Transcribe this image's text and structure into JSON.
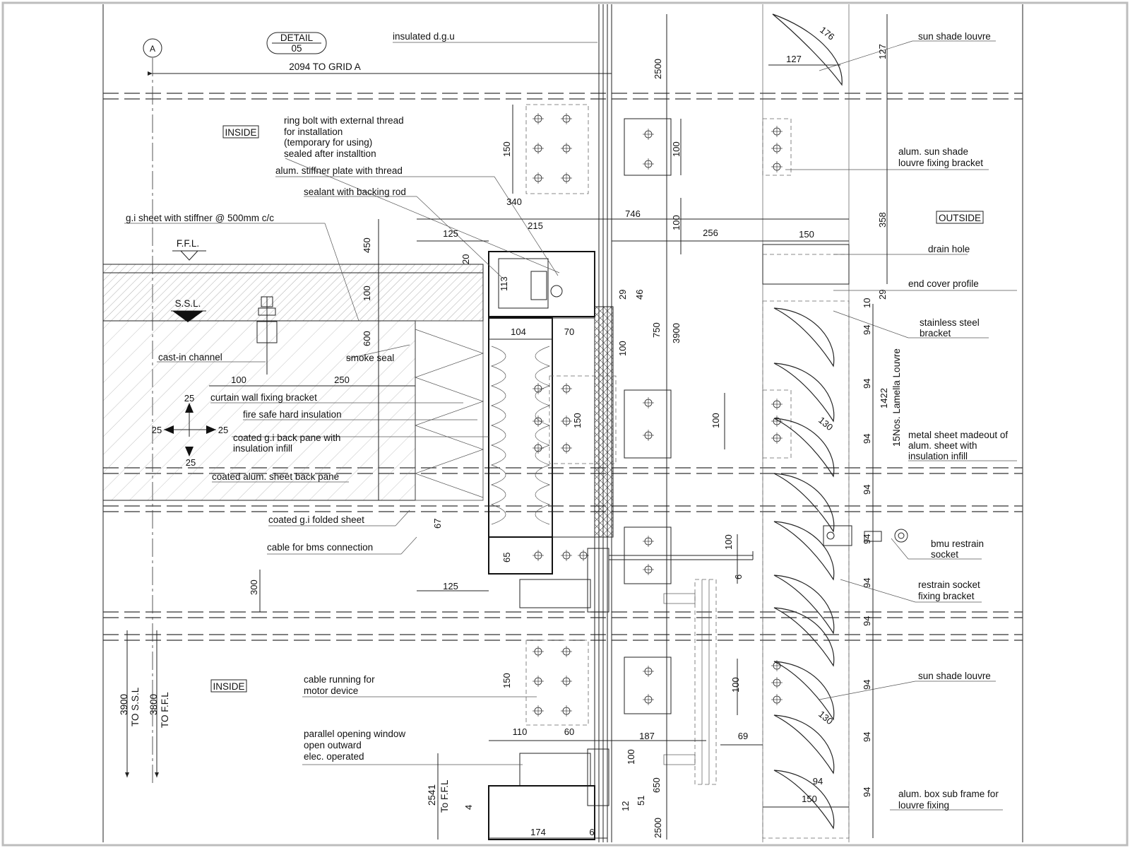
{
  "detail": {
    "title": "DETAIL",
    "number": "05"
  },
  "grid": {
    "letter": "A",
    "offset": "2094 TO GRID A"
  },
  "tags": {
    "inside_top": "INSIDE",
    "inside_bottom": "INSIDE",
    "outside": "OUTSIDE"
  },
  "levels": {
    "ffl": "F.F.L.",
    "ssl": "S.S.L.",
    "to_ssl_value": "3900",
    "to_ssl_text": "TO S.S.L",
    "to_ffl_value": "3800",
    "to_ffl_text": "TO F.F.L",
    "window_ffl_value": "2541",
    "window_ffl_text": "To F.F.L"
  },
  "left_labels": {
    "ring_bolt": [
      "ring bolt with external thread",
      "for installation",
      "(temporary for using)",
      "sealed after installtion"
    ],
    "stiffener_plate": "alum. stiffner plate with thread",
    "sealant": "sealant with backing rod",
    "gi_sheet": "g.i sheet with stiffner @ 500mm c/c",
    "cast_in": "cast-in channel",
    "smoke_seal": "smoke seal",
    "fixing_bracket": "curtain wall fixing bracket",
    "fire_insulation": "fire safe hard insulation",
    "gi_back_pane": [
      "coated g.i back pane with",
      "insulation infill"
    ],
    "alum_back_pane": "coated alum. sheet back pane",
    "gi_folded": "coated g.i folded sheet",
    "bms_cable": "cable for bms connection",
    "motor_cable": [
      "cable running for",
      "motor device"
    ],
    "window": [
      "parallel opening window",
      "open outward",
      "elec. operated"
    ]
  },
  "top_labels": {
    "dgu": "insulated d.g.u"
  },
  "right_labels": {
    "louvre_top": "sun shade louvre",
    "louvre_bracket": [
      "alum. sun shade",
      "louvre fixing bracket"
    ],
    "drain_hole": "drain hole",
    "end_cover": "end cover profile",
    "ss_bracket": [
      "stainless steel",
      "bracket"
    ],
    "metal_sheet": [
      "metal sheet madeout of",
      "alum. sheet with",
      "insulation infill"
    ],
    "bmu_socket": [
      "bmu restrain",
      "socket"
    ],
    "restrain_bracket": [
      "restrain socket",
      "fixing bracket"
    ],
    "louvre_bottom": "sun shade louvre",
    "box_frame": [
      "alum. box sub frame for",
      "louvre fixing"
    ],
    "lamella": "15Nos. Lamella Louvre"
  },
  "dims": {
    "d176": "176",
    "d127h": "127",
    "d127v": "127",
    "d2500_top": "2500",
    "d150_top": "150",
    "d100_top": "100",
    "d340": "340",
    "d746": "746",
    "d215": "215",
    "d125_top": "125",
    "d100_mid": "100",
    "d256": "256",
    "d150_h": "150",
    "d358": "358",
    "d450": "450",
    "d20": "20",
    "d113": "113",
    "d100_slab": "100",
    "d29a": "29",
    "d46": "46",
    "d29b": "29",
    "d10": "10",
    "d600": "600",
    "d104": "104",
    "d70": "70",
    "d750": "750",
    "d3900": "3900",
    "d100_v": "100",
    "d100_cast": "100",
    "d250": "250",
    "d25_top": "25",
    "d25_left": "25",
    "d25_right": "25",
    "d25_bot": "25",
    "d150_mid": "150",
    "d100_plate": "100",
    "d130_a": "130",
    "d1422": "1422",
    "d94": "94",
    "d67": "67",
    "d65": "65",
    "d100_bmu": "100",
    "d6": "6",
    "d125_bot": "125",
    "d300": "300",
    "d150_low": "150",
    "d100_low": "100",
    "d130_b": "130",
    "d110": "110",
    "d60": "60",
    "d187": "187",
    "d69": "69",
    "d100_win": "100",
    "d650": "650",
    "d51": "51",
    "d12": "12",
    "d4": "4",
    "d174": "174",
    "d6_bot": "6",
    "d2500_bot": "2500",
    "d150_bot": "150",
    "d94_bot": "94"
  }
}
